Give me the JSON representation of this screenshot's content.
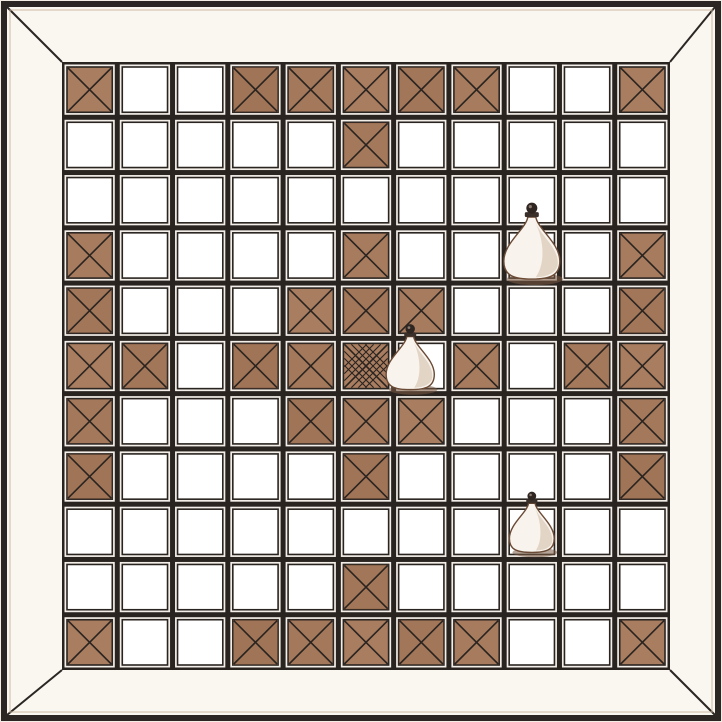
{
  "game": {
    "grid": {
      "rows": 11,
      "cols": 11
    },
    "colors": {
      "frame_outer": "#2b2623",
      "frame_wood": "#faf6f0",
      "frame_edge": "#c9b49f",
      "playfield": "#2a2421",
      "cell_light": "#ffffff",
      "cell_marked": "#a97d5f",
      "cell_marked_dark": "#8a5e42",
      "cross_line": "#2a2421",
      "piece_fill": "#f8f3ec",
      "piece_shadow": "#7a5a44",
      "piece_outline": "#6a4a35"
    },
    "marked_cells": [
      [
        0,
        0
      ],
      [
        0,
        3
      ],
      [
        0,
        4
      ],
      [
        0,
        5
      ],
      [
        0,
        6
      ],
      [
        0,
        7
      ],
      [
        0,
        10
      ],
      [
        1,
        5
      ],
      [
        3,
        0
      ],
      [
        3,
        5
      ],
      [
        3,
        10
      ],
      [
        4,
        0
      ],
      [
        4,
        4
      ],
      [
        4,
        5
      ],
      [
        4,
        6
      ],
      [
        4,
        10
      ],
      [
        5,
        0
      ],
      [
        5,
        1
      ],
      [
        5,
        3
      ],
      [
        5,
        4
      ],
      [
        5,
        5
      ],
      [
        5,
        7
      ],
      [
        5,
        9
      ],
      [
        5,
        10
      ],
      [
        6,
        0
      ],
      [
        6,
        4
      ],
      [
        6,
        5
      ],
      [
        6,
        6
      ],
      [
        6,
        10
      ],
      [
        7,
        0
      ],
      [
        7,
        5
      ],
      [
        7,
        10
      ],
      [
        9,
        5
      ],
      [
        10,
        0
      ],
      [
        10,
        3
      ],
      [
        10,
        4
      ],
      [
        10,
        5
      ],
      [
        10,
        6
      ],
      [
        10,
        7
      ],
      [
        10,
        10
      ]
    ],
    "double_hatched_cells": [
      [
        5,
        5
      ]
    ],
    "pieces": [
      {
        "name": "large-pawn",
        "row": 3,
        "col": 8,
        "size": "large"
      },
      {
        "name": "center-pawn",
        "row": 5,
        "col": 6,
        "size": "medium"
      },
      {
        "name": "small-pawn",
        "row": 8,
        "col": 8,
        "size": "small"
      }
    ]
  }
}
